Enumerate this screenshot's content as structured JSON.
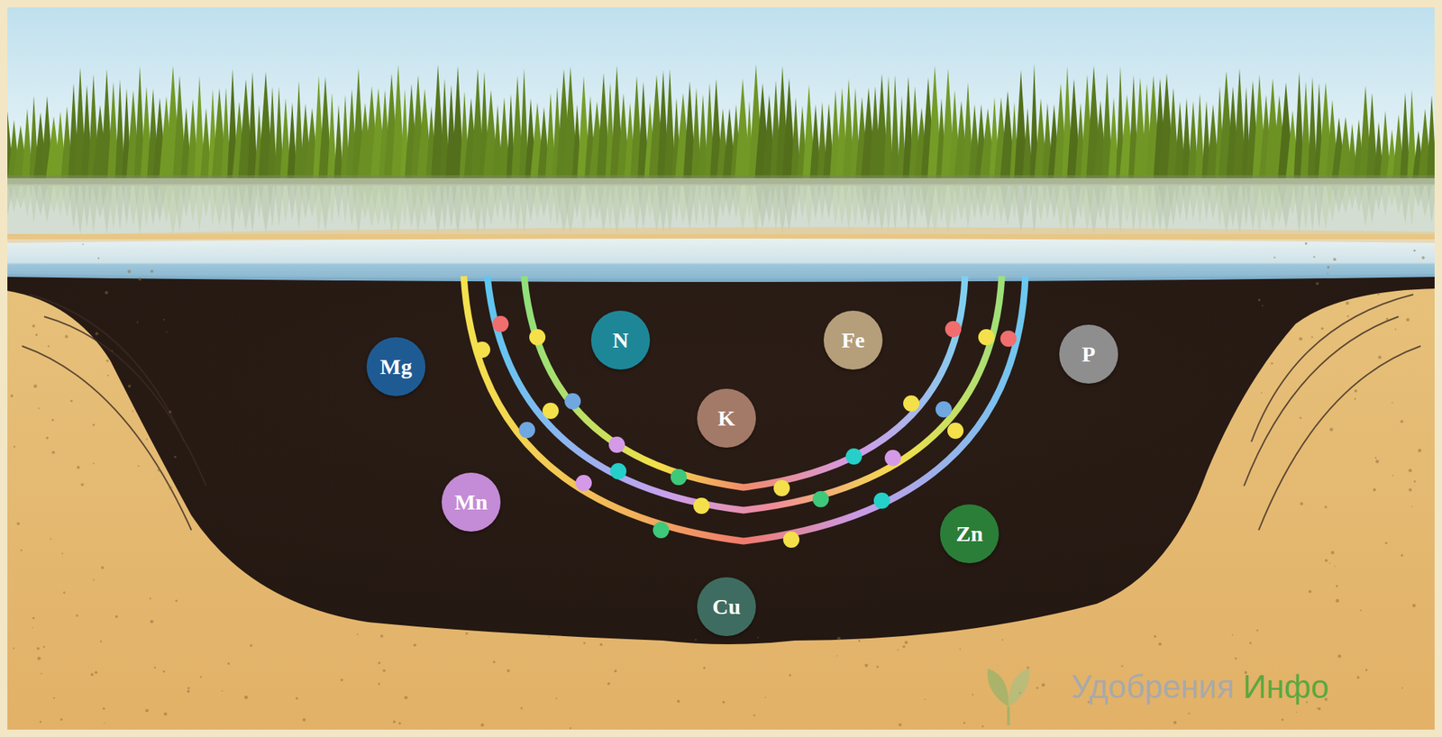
{
  "diagram": {
    "nodes": [
      {
        "text": [
          "Mg"
        ]
      },
      {
        "text": [
          "N"
        ]
      },
      {
        "text": [
          "Fe"
        ]
      },
      {
        "text": [
          "P"
        ]
      },
      {
        "text": [
          "K"
        ]
      },
      {
        "text": [
          "Mn"
        ]
      },
      {
        "text": [
          "Zn"
        ]
      },
      {
        "text": [
          "Cu"
        ]
      }
    ],
    "labels": [
      "Удобрения",
      "Инфо"
    ]
  }
}
